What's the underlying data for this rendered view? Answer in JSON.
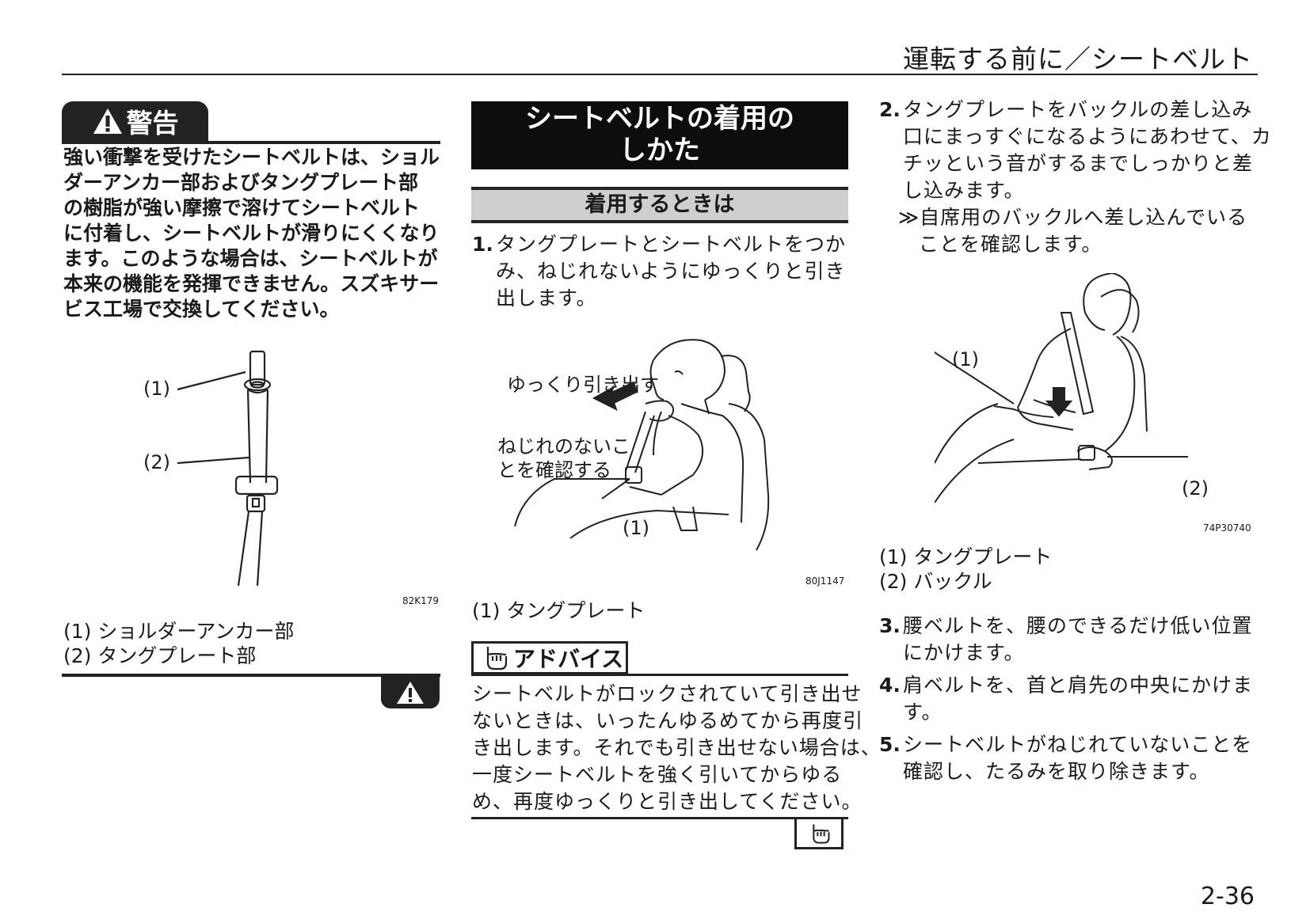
{
  "header": {
    "title": "運転する前に／シートベルト"
  },
  "warning": {
    "label": "警告",
    "text_lines": [
      "強い衝撃を受けたシートベルトは、ショル",
      "ダーアンカー部およびタングプレート部",
      "の樹脂が強い摩擦で溶けてシートベルト",
      "に付着し、シートベルトが滑りにくくなり",
      "ます。このような場合は、シートベルトが",
      "本来の機能を発揮できません。スズキサー",
      "ビス工場で交換してください。"
    ],
    "figure": {
      "callout_1": "(1)",
      "callout_2": "(2)",
      "code": "82K179"
    },
    "legend": [
      "(1) ショルダーアンカー部",
      "(2) タングプレート部"
    ],
    "end_icon": "warning-triangle-icon"
  },
  "section": {
    "title_lines": [
      "シートベルトの着用の",
      "しかた"
    ],
    "subtitle": "着用するときは",
    "step1": {
      "num": "1.",
      "lines": [
        "タングプレートとシートベルトをつか",
        "み、ねじれないようにゆっくりと引き",
        "出します。"
      ]
    },
    "figure": {
      "label_pull": "ゆっくり引き出す",
      "label_check_lines": [
        "ねじれのないこ",
        "とを確認する"
      ],
      "callout_1": "(1)",
      "code": "80J1147"
    },
    "legend": [
      "(1) タングプレート"
    ],
    "advice": {
      "label": "アドバイス",
      "icon": "pointing-hand-icon",
      "lines": [
        "シートベルトがロックされていて引き出せ",
        "ないときは、いったんゆるめてから再度引",
        "き出します。それでも引き出せない場合は、",
        "一度シートベルトを強く引いてからゆる",
        "め、再度ゆっくりと引き出してください。"
      ]
    }
  },
  "right": {
    "step2": {
      "num": "2.",
      "lines": [
        "タングプレートをバックルの差し込み",
        "口にまっすぐになるようにあわせて、カ",
        "チッという音がするまでしっかりと差",
        "し込みます。"
      ],
      "note_lines": [
        "≫自席用のバックルへ差し込んでいる",
        "ことを確認します。"
      ]
    },
    "figure": {
      "callout_1": "(1)",
      "callout_2": "(2)",
      "code": "74P30740"
    },
    "legend": [
      "(1) タングプレート",
      "(2) バックル"
    ],
    "step3": {
      "num": "3.",
      "lines": [
        "腰ベルトを、腰のできるだけ低い位置",
        "にかけます。"
      ]
    },
    "step4": {
      "num": "4.",
      "lines": [
        "肩ベルトを、首と肩先の中央にかけま",
        "す。"
      ]
    },
    "step5": {
      "num": "5.",
      "lines": [
        "シートベルトがねじれていないことを",
        "確認し、たるみを取り除きます。"
      ]
    }
  },
  "page_number": "2-36"
}
